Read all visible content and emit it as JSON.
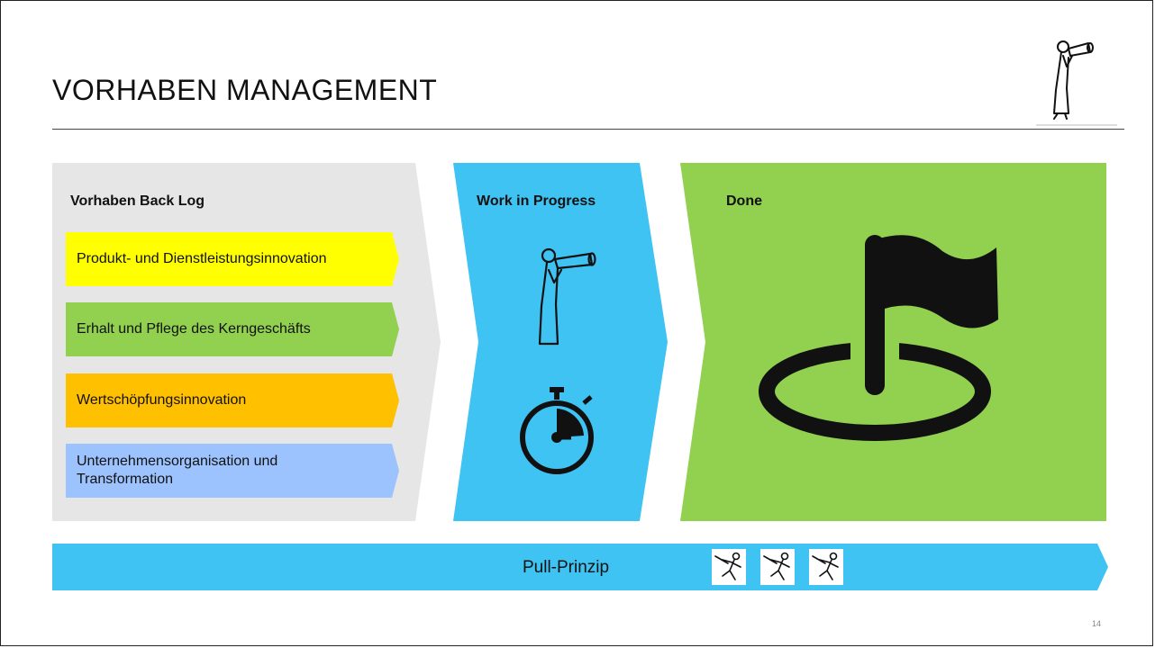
{
  "slide": {
    "title": "VORHABEN MANAGEMENT",
    "page_number": "14"
  },
  "columns": {
    "backlog": {
      "label": "Vorhaben Back Log"
    },
    "wip": {
      "label": "Work in Progress"
    },
    "done": {
      "label": "Done"
    }
  },
  "backlog_items": [
    {
      "text": "Produkt- und Dienstleistungsinnovation",
      "color": "#FFFF00"
    },
    {
      "text": "Erhalt und Pflege des Kerngeschäfts",
      "color": "#92D050"
    },
    {
      "text": "Wertschöpfungsinnovation",
      "color": "#FFC000"
    },
    {
      "text": "Unternehmensorganisation und Transformation",
      "color": "#9DC3FF"
    }
  ],
  "pull_bar": {
    "label": "Pull-Prinzip",
    "color": "#3FC3F3"
  },
  "colors": {
    "backlog_bg": "#E6E6E6",
    "wip_bg": "#3FC3F3",
    "done_bg": "#92D050"
  },
  "icons": [
    "telescope-person-icon",
    "stopwatch-icon",
    "flag-on-target-icon",
    "runner-icon"
  ]
}
